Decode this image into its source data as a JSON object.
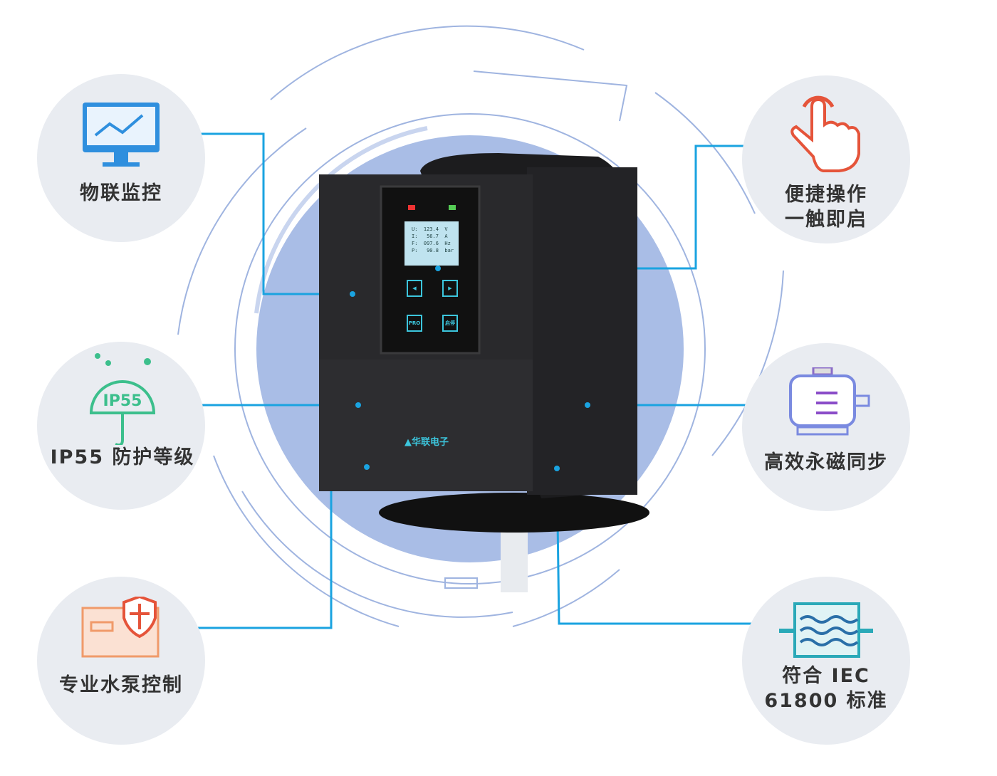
{
  "features": [
    {
      "id": "iot",
      "label": "物联监控"
    },
    {
      "id": "ip55",
      "label": "IP55 防护等级",
      "badge": "IP55"
    },
    {
      "id": "pump",
      "label": "专业水泵控制"
    },
    {
      "id": "easy",
      "label_lines": [
        "便捷操作",
        "一触即启"
      ]
    },
    {
      "id": "pm",
      "label": "高效永磁同步"
    },
    {
      "id": "iec",
      "label_lines": [
        "符合 IEC",
        "61800 标准"
      ]
    }
  ],
  "device": {
    "display": [
      "U:  123.4  V",
      "I:   56.7  A",
      "F:  097.6  Hz",
      "P:   90.8  bar"
    ],
    "keys": {
      "pro": "PRO",
      "start_stop": "启停"
    },
    "brand": "华联电子"
  },
  "colors": {
    "accent": "#1aa3e0",
    "ring": "#9fb4e0",
    "circle": "#e9ecf1"
  }
}
